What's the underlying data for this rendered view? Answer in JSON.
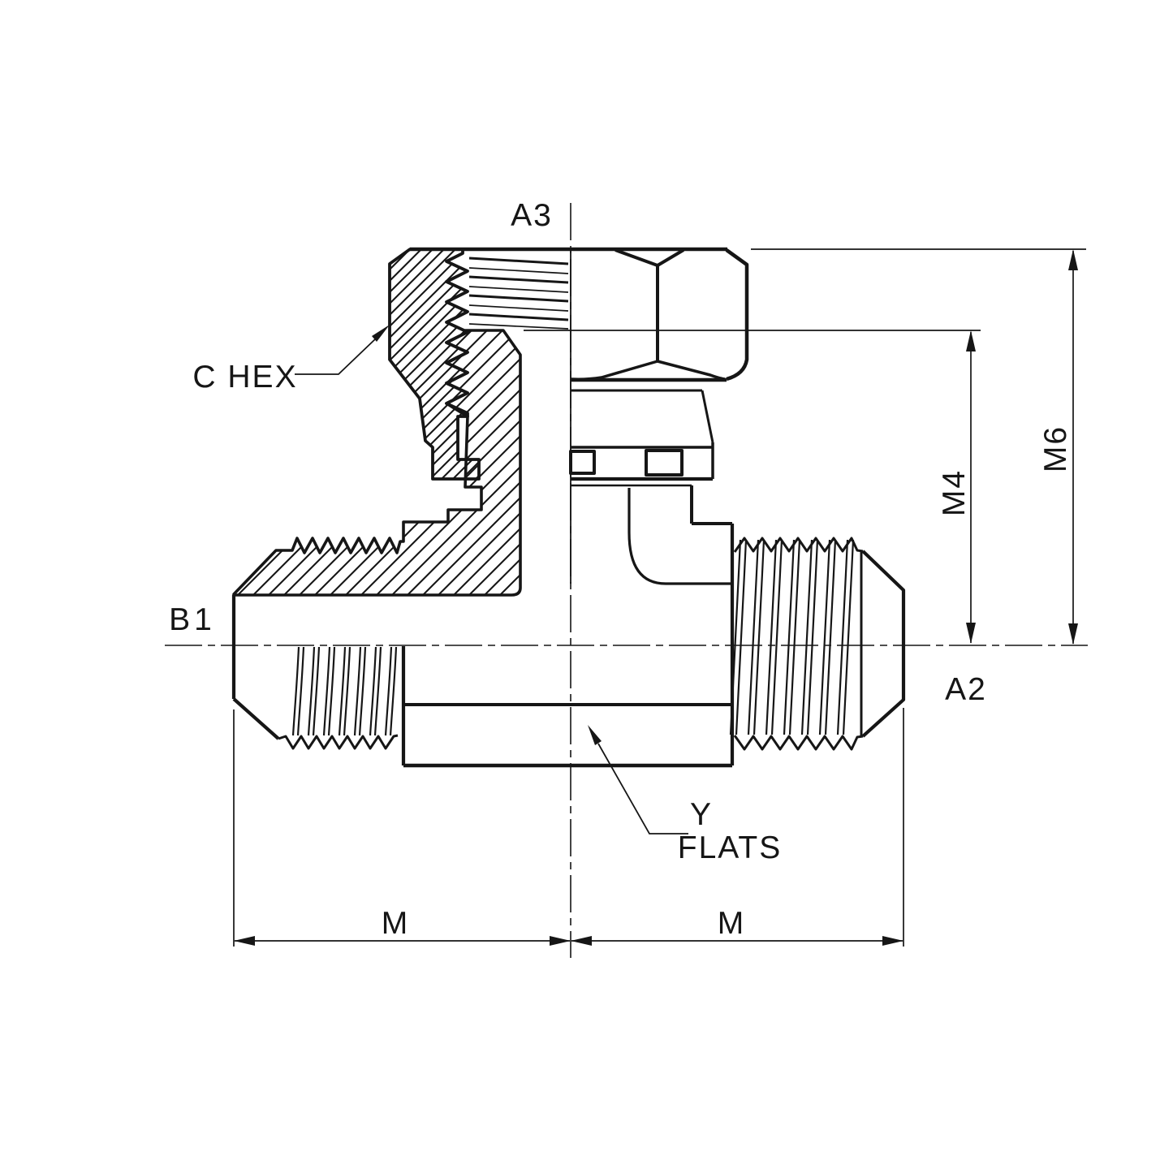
{
  "drawing": {
    "title": "swivel-branch-tee-fitting-drawing",
    "labels": {
      "top_axis": "A3",
      "right_port": "A2",
      "left_port": "B1",
      "hex": "C HEX",
      "flats_line1": "Y",
      "flats_line2": "FLATS",
      "height_inner": "M4",
      "height_outer": "M6",
      "length_left": "M",
      "length_right": "M"
    },
    "colors": {
      "line": "#111111",
      "background": "#ffffff"
    }
  }
}
